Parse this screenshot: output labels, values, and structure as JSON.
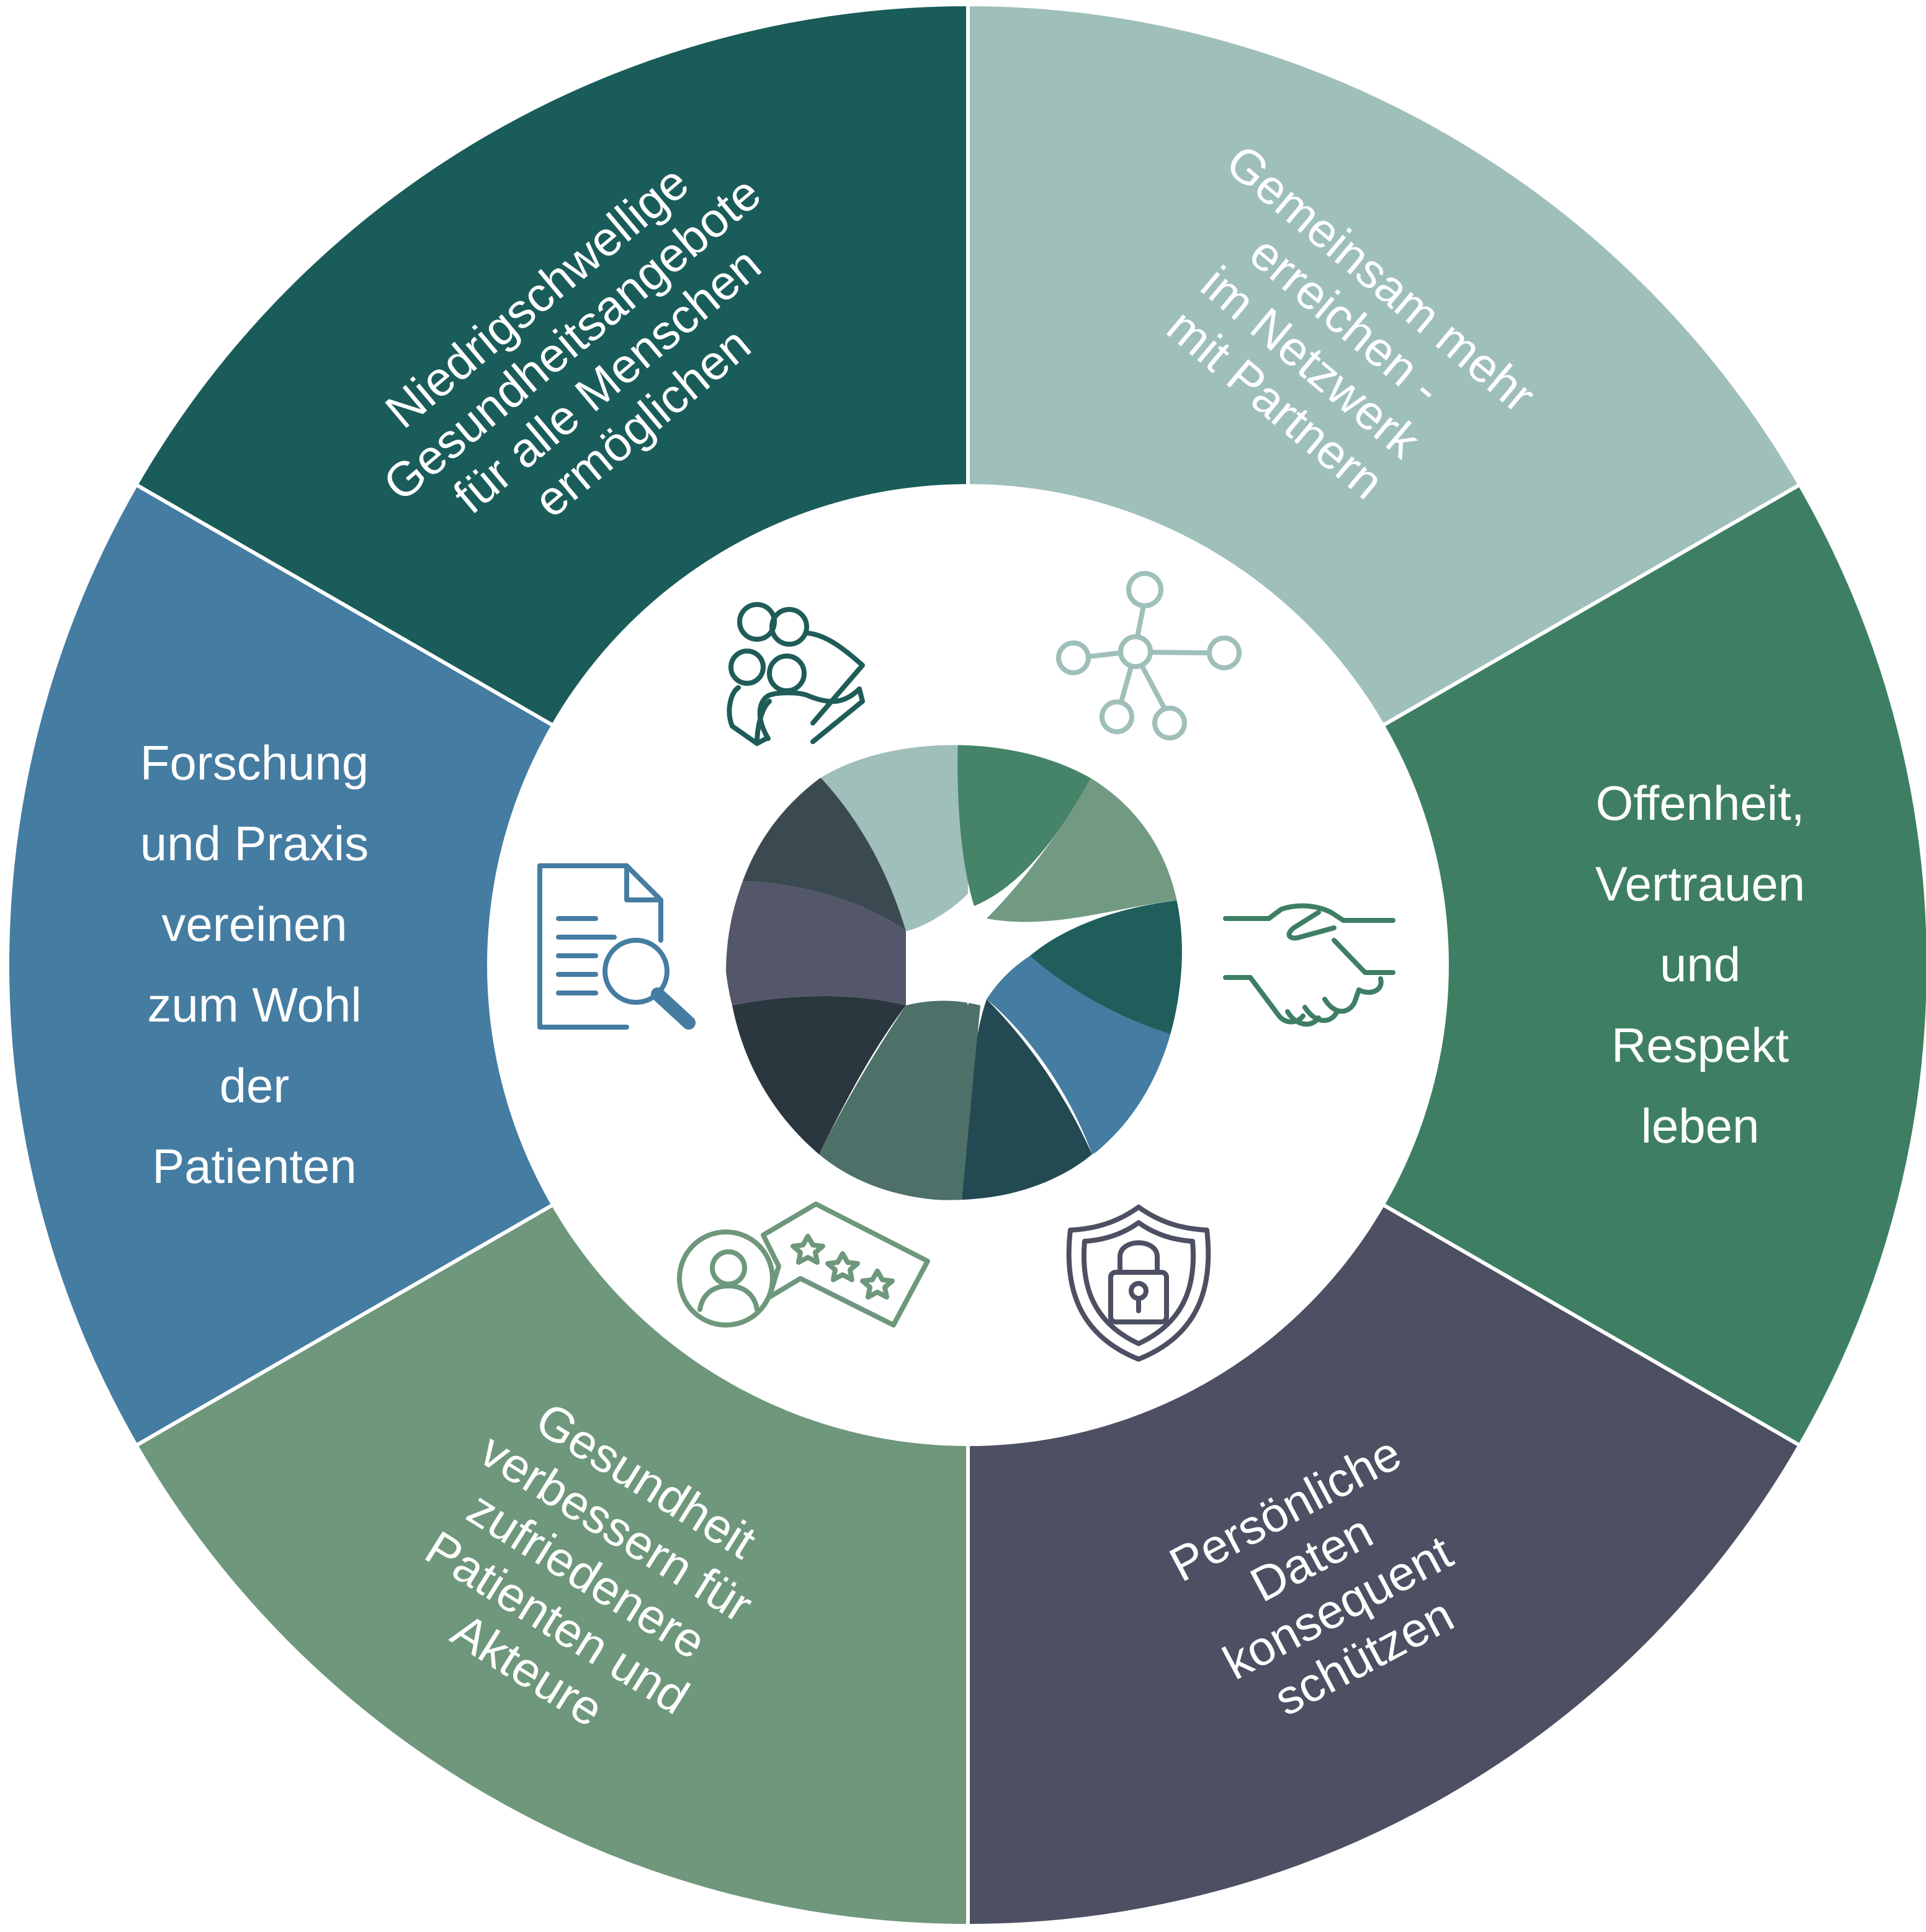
{
  "segments": [
    {
      "id": "top-left",
      "color": "#1a5c5a",
      "lines": [
        "Niedrigschwellige",
        "Gesundheitsangebote",
        "für alle Menschen",
        "ermöglichen"
      ]
    },
    {
      "id": "top-right",
      "color": "#9fbfba",
      "lines": [
        "Gemeinsam mehr",
        "erreichen -",
        "im Netzwerk",
        "mit Partnern"
      ]
    },
    {
      "id": "right",
      "color": "#3e7f64",
      "lines": [
        "Offenheit,",
        "Vertrauen",
        "und",
        "Respekt",
        "leben"
      ]
    },
    {
      "id": "bottom-right",
      "color": "#4d4f63",
      "lines": [
        "Persönliche",
        "Daten",
        "konsequent",
        "schützen"
      ]
    },
    {
      "id": "bottom-left",
      "color": "#6e977c",
      "lines": [
        "Gesundheit",
        "verbessern für",
        "zufriedenere",
        "Patienten und",
        "Akteure"
      ]
    },
    {
      "id": "left",
      "color": "#457ca2",
      "lines": [
        "Forschung",
        "und Praxis",
        "vereinen",
        "zum Wohl",
        "der",
        "Patienten"
      ]
    }
  ],
  "icons": [
    {
      "name": "people-group-icon",
      "color": "#1f5c58"
    },
    {
      "name": "network-icon",
      "color": "#9fbfba"
    },
    {
      "name": "handshake-icon",
      "color": "#3e7f64"
    },
    {
      "name": "shield-lock-icon",
      "color": "#4d4f63"
    },
    {
      "name": "review-chat-icon",
      "color": "#6e977c"
    },
    {
      "name": "document-search-icon",
      "color": "#457ca2"
    }
  ],
  "logo_colors": [
    "#9fbfba",
    "#458468",
    "#729a83",
    "#205e5c",
    "#457ca2",
    "#234a52",
    "#4d7069",
    "#2a373e",
    "#545769",
    "#3b4a51"
  ]
}
